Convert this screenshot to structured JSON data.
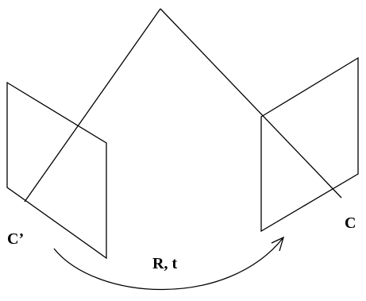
{
  "labels": {
    "camera_left": "C’",
    "camera_right": "C",
    "motion": "R, t"
  },
  "colors": {
    "stroke": "#000000",
    "background": "#ffffff"
  }
}
